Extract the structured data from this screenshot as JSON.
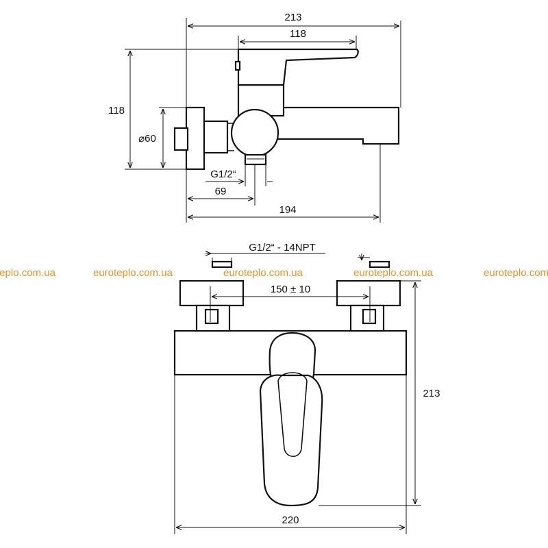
{
  "side_view": {
    "overall_width": "213",
    "lever_length": "118",
    "height": "118",
    "diameter": "⌀60",
    "thread": "G1/2“",
    "offset": "69",
    "depth": "194"
  },
  "front_view": {
    "thread": "G1/2“ - 14NPT",
    "spacing": "150 ± 10",
    "height": "213",
    "width": "220"
  },
  "watermarks": [
    "euroteplo.com.ua",
    "euroteplo.com.ua",
    "euroteplo.com.ua",
    "euroteplo.com.ua"
  ]
}
